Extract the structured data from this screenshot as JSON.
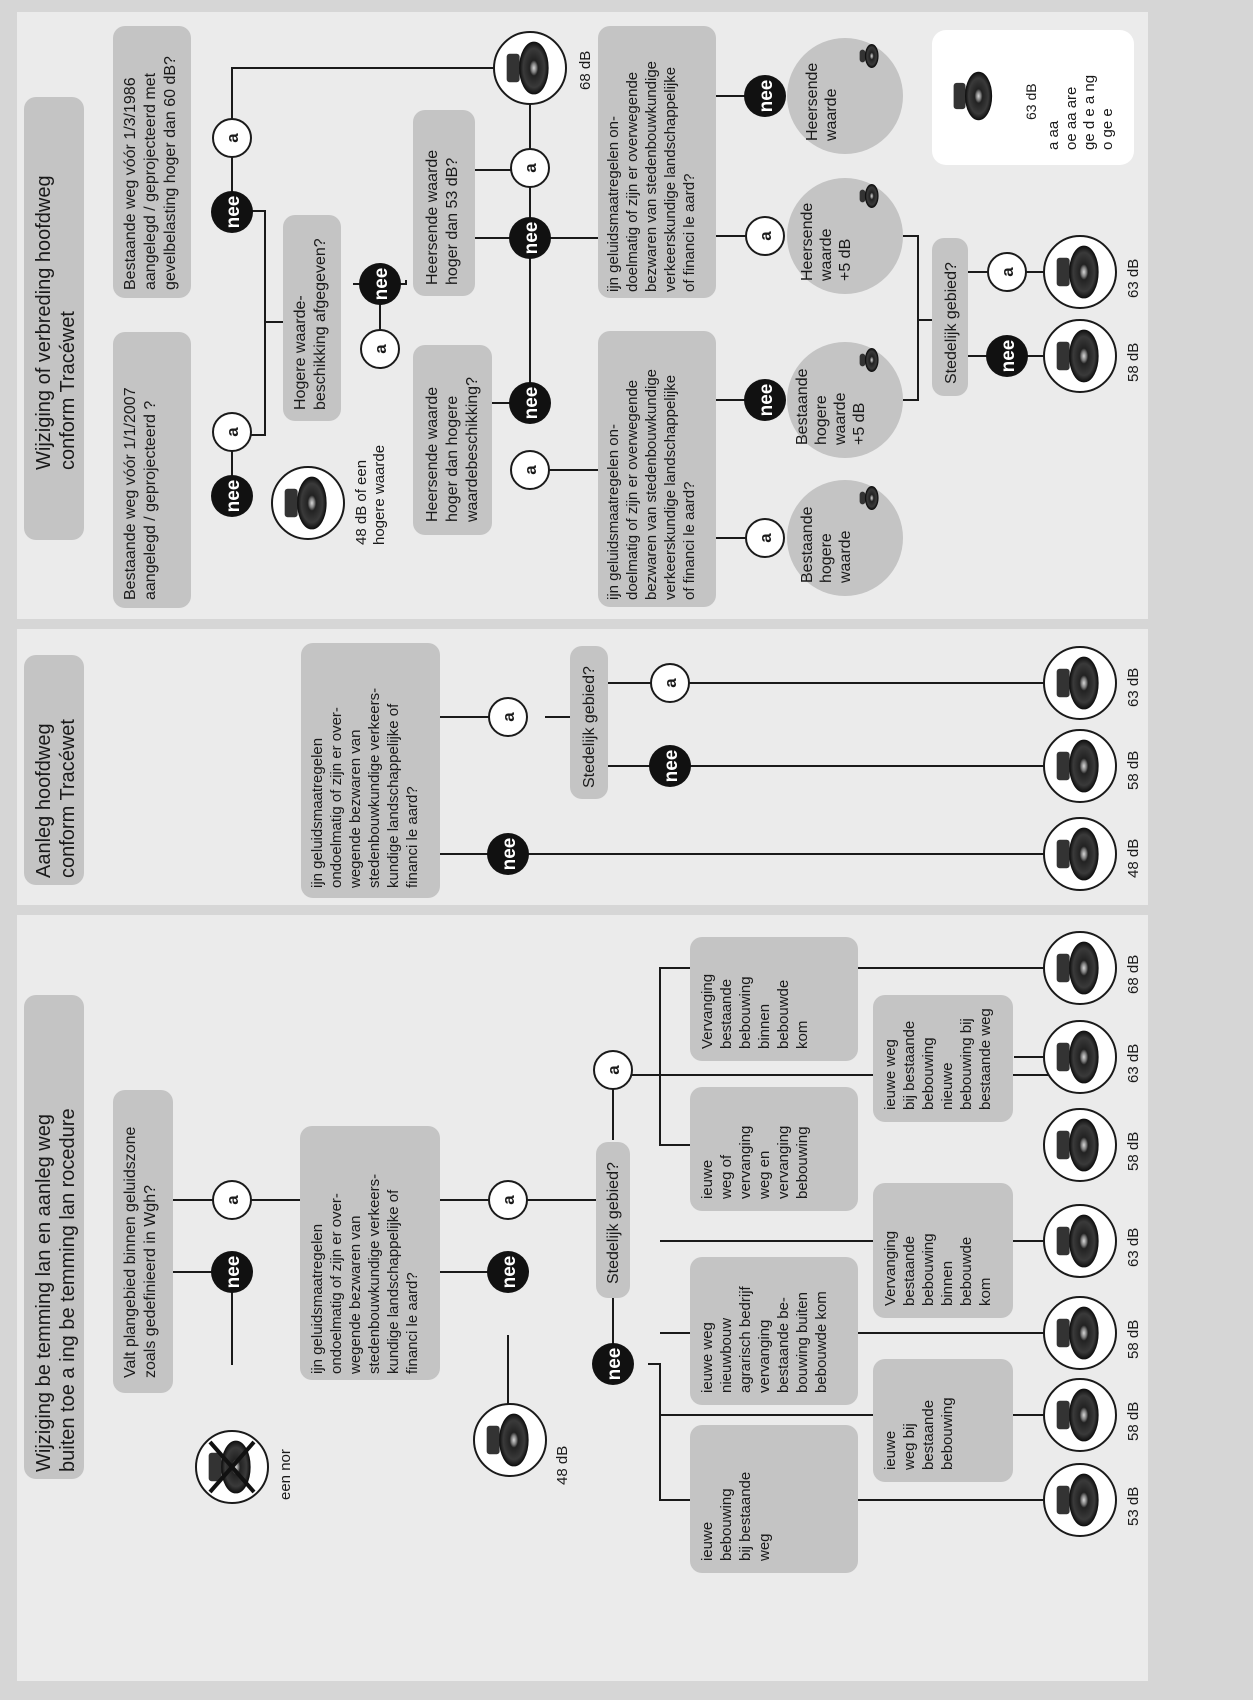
{
  "colors": {
    "page": "#d6d6d6",
    "panel": "#ebebeb",
    "box": "#c4c4c4",
    "line": "#1a1a1a",
    "text": "#1a1a1a"
  },
  "answers": {
    "yes": "a",
    "no": "nee"
  },
  "top": {
    "title": [
      "Wijziging of verbreding hoofdweg",
      "conform Tracéwet"
    ],
    "q1": [
      "Bestaande weg vóór 1/3/1986",
      "aangelegd / geprojecteerd met",
      "gevelbelasting hoger dan 60 dB?"
    ],
    "q2": [
      "Bestaande weg vóór 1/1/2007",
      "aangelegd / geprojecteerd ?"
    ],
    "q3": [
      "Hogere waarde-",
      "beschikking afgegeven?"
    ],
    "q4": [
      "Heersende waarde",
      "hoger dan 53 dB?"
    ],
    "q5": [
      "Heersende waarde",
      "hoger dan hogere",
      "waardebeschikking?"
    ],
    "q6": [
      "ijn geluidsmaatregelen on-",
      "doelmatig of zijn er overwegende",
      "bezwaren van stedenbouwkundige",
      "verkeerskundige  landschappelijke",
      "of financi le aard?"
    ],
    "q7": [
      "ijn geluidsmaatregelen on-",
      "doelmatig of zijn er overwegende",
      "bezwaren van stedenbouwkundige",
      "verkeerskundige  landschappelijke",
      "of financi le aard?"
    ],
    "q8": "Stedelijk gebied?",
    "r68": "68 dB",
    "r48": [
      "48 dB of een",
      "hogere waarde"
    ],
    "c1": [
      "Heersende",
      "waarde"
    ],
    "c2": [
      "Heersende",
      "waarde",
      "+5 dB"
    ],
    "c3": [
      "Bestaande",
      "hogere",
      "waarde",
      "+5 dB"
    ],
    "c4": [
      "Bestaande",
      "hogere",
      "waarde"
    ],
    "r63": "63 dB",
    "r58": "58 dB",
    "legend": {
      "value": "63 dB",
      "lines": [
        "a aa",
        "oe aa are",
        "ge  d e a  ng",
        "o  ge e"
      ]
    }
  },
  "middle": {
    "title": [
      "Aanleg hoofdweg",
      "conform Tracéwet"
    ],
    "q1": [
      "ijn geluidsmaatregelen",
      "ondoelmatig of zijn er over-",
      "wegende bezwaren van",
      "stedenbouwkundige  verkeers-",
      "kundige  landschappelijke of",
      "financi le aard?"
    ],
    "q2": "Stedelijk gebied?",
    "r1": "63 dB",
    "r2": "58 dB",
    "r3": "48 dB"
  },
  "bottom": {
    "title": [
      "Wijziging be temming  lan en aanleg weg",
      "buiten toe a  ing be temming  lan rocedure"
    ],
    "q1": [
      "Valt plangebied binnen geluidszone",
      "zoals gedefinieerd in Wgh?"
    ],
    "q2": [
      "ijn geluidsmaatregelen",
      "ondoelmatig of zijn er over-",
      "wegende bezwaren van",
      "stedenbouwkundige  verkeers-",
      "kundige  landschappelijke of",
      "financi le aard?"
    ],
    "q3": "Stedelijk gebied?",
    "none": "een nor",
    "r48": "48 dB",
    "boxA": [
      "Vervanging",
      "bestaande",
      "bebouwing",
      "binnen",
      "bebouwde",
      "kom"
    ],
    "boxB": [
      "ieuwe weg",
      "bij bestaande",
      "bebouwing",
      "nieuwe",
      "bebouwing bij",
      "bestaande weg"
    ],
    "boxC": [
      "ieuwe",
      "weg of",
      "vervanging",
      "weg en",
      "vervanging",
      "bebouwing"
    ],
    "boxD": [
      "Vervanging",
      "bestaande",
      "bebouwing",
      "binnen",
      "bebouwde",
      "kom"
    ],
    "boxE": [
      "ieuwe weg",
      "nieuwbouw",
      "agrarisch bedrijf",
      "vervanging",
      "bestaande be-",
      "bouwing buiten",
      "bebouwde kom"
    ],
    "boxF": [
      "ieuwe",
      "weg bij",
      "bestaande",
      "bebouwing"
    ],
    "boxG": [
      "ieuwe",
      "bebouwing",
      "bij bestaande",
      "weg"
    ],
    "values": [
      "68 dB",
      "63 dB",
      "58 dB",
      "63 dB",
      "58 dB",
      "58 dB",
      "53 dB"
    ]
  }
}
